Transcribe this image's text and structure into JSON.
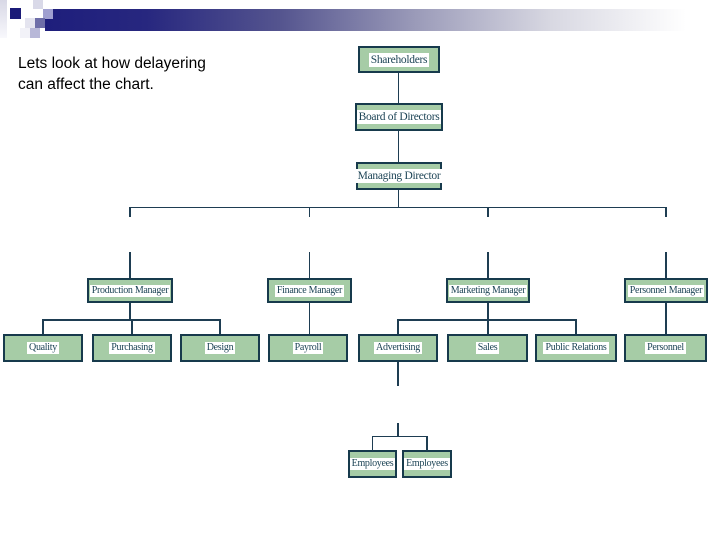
{
  "slide": {
    "title": "Lets look at how delayering can affect the chart.",
    "title_lines": [
      "Lets look at how delayering",
      "can affect the chart."
    ]
  },
  "org_chart": {
    "nodes": [
      {
        "label": "Shareholders"
      },
      {
        "label": "Board of Directors"
      },
      {
        "label": "Managing Director"
      },
      {
        "label": "Production Manager"
      },
      {
        "label": "Finance Manager"
      },
      {
        "label": "Marketing Manager"
      },
      {
        "label": "Personnel Manager"
      },
      {
        "label": "Quality"
      },
      {
        "label": "Purchasing"
      },
      {
        "label": "Design"
      },
      {
        "label": "Payroll"
      },
      {
        "label": "Advertising"
      },
      {
        "label": "Sales"
      },
      {
        "label": "Public Relations"
      },
      {
        "label": "Personnel"
      },
      {
        "label": "Employees"
      },
      {
        "label": "Employees"
      }
    ],
    "colors": {
      "node_fill": "#a6cca6",
      "node_border": "#173a4c",
      "connector": "#1e3d52",
      "label_bg": "#ffffff",
      "label_text": "#1d4456"
    }
  },
  "header_bar": {
    "gradient_start": "#1e1e7c",
    "gradient_end": "#ffffff",
    "accent_square": "#1b1b78"
  }
}
